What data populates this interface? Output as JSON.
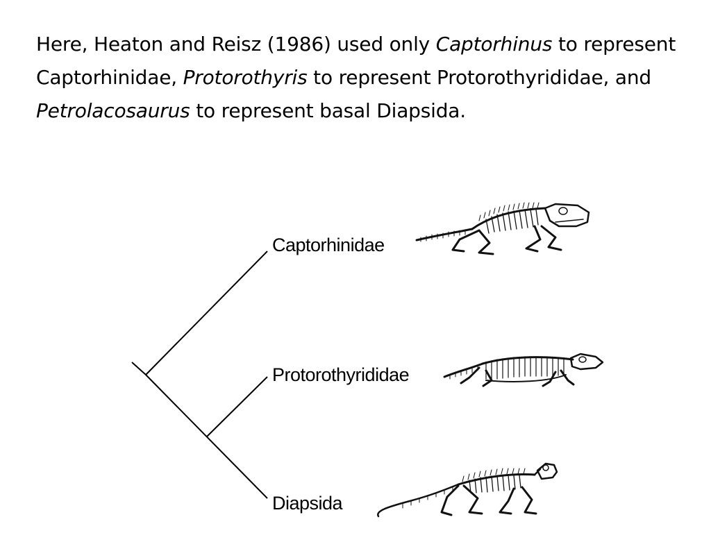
{
  "caption": {
    "segments": [
      {
        "text": "Here, Heaton and Reisz (1986) used only ",
        "italic": false
      },
      {
        "text": "Captorhinus",
        "italic": true
      },
      {
        "text": " to represent Captorhinidae, ",
        "italic": false
      },
      {
        "text": "Protorothyris",
        "italic": true
      },
      {
        "text": " to represent Protorothyrididae, and ",
        "italic": false
      },
      {
        "text": "Petrolacosaurus",
        "italic": true
      },
      {
        "text": " to represent basal Diapsida.",
        "italic": false
      }
    ]
  },
  "cladogram": {
    "taxa": [
      {
        "label": "Captorhinidae",
        "illustration": "captorhinus-skeleton-icon"
      },
      {
        "label": "Protorothyrididae",
        "illustration": "protorothyris-skeleton-icon"
      },
      {
        "label": "Diapsida",
        "illustration": "petrolacosaurus-skeleton-icon"
      }
    ]
  }
}
